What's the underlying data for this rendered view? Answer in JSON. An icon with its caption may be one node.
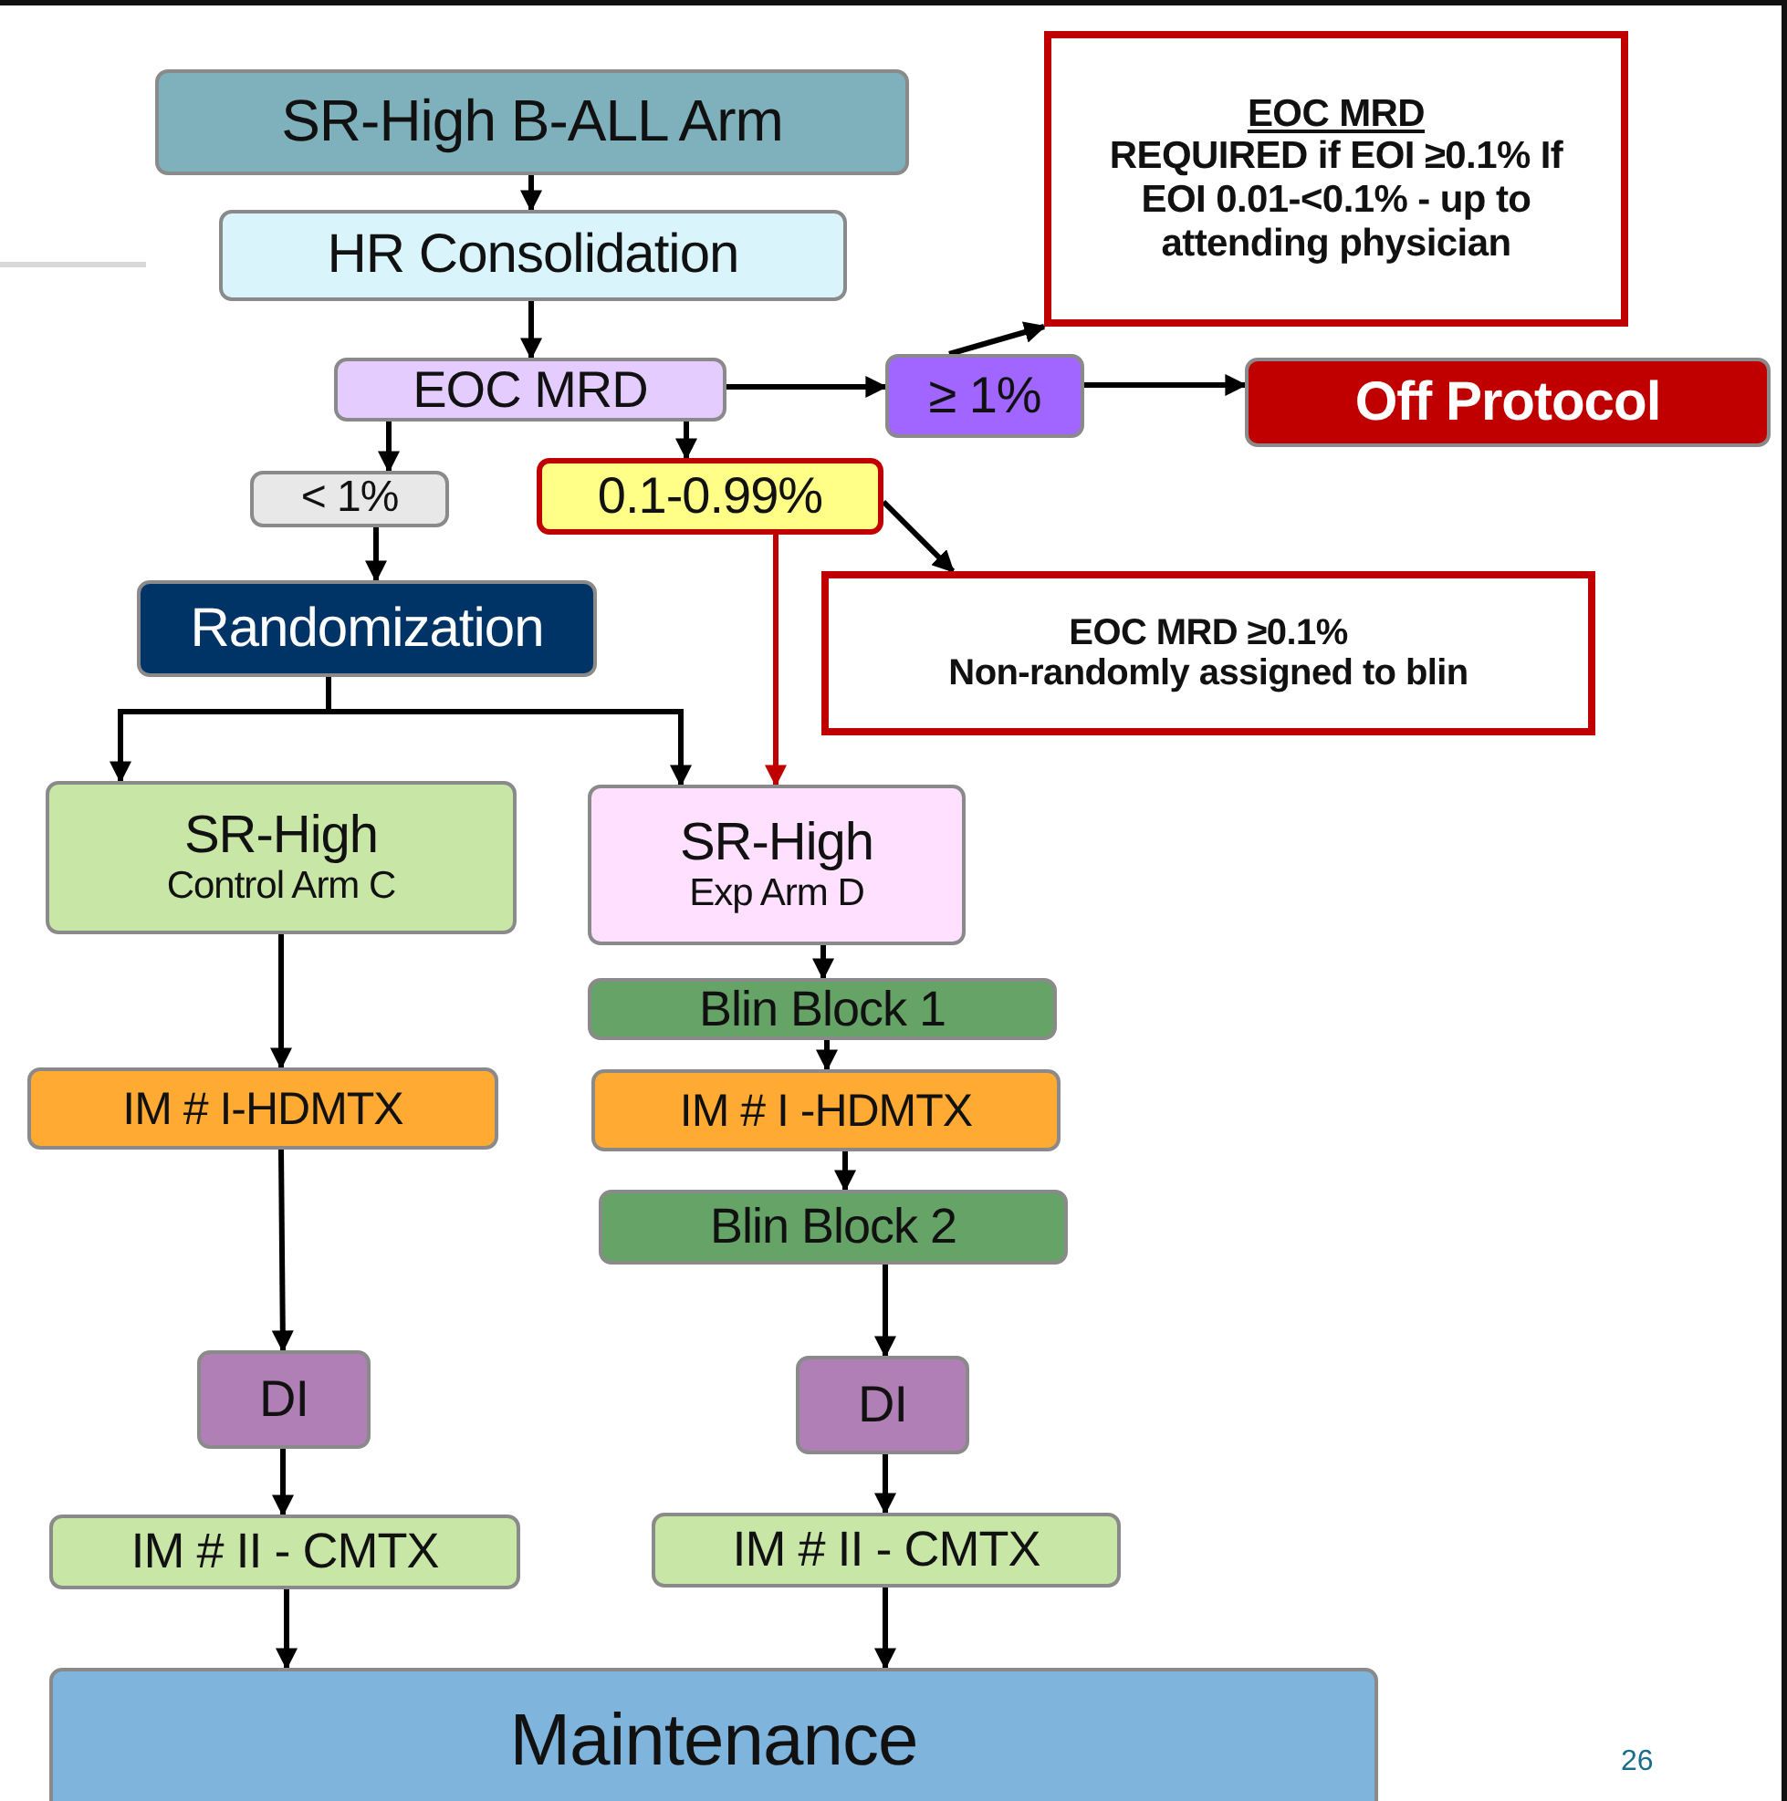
{
  "diagram": {
    "nodes": [
      {
        "text": [
          "SR-High B-ALL Arm"
        ]
      },
      {
        "text": [
          "HR Consolidation"
        ]
      },
      {
        "text": [
          "EOC MRD"
        ]
      },
      {
        "text": [
          "EOC MRD",
          "REQUIRED if EOI ≥0.1% If EOI 0.01-<0.1% - up to attending physician"
        ]
      },
      {
        "text": [
          "≥ 1%"
        ]
      },
      {
        "text": [
          "Off Protocol"
        ]
      },
      {
        "text": [
          "< 1%"
        ]
      },
      {
        "text": [
          "0.1-0.99%"
        ]
      },
      {
        "text": [
          "EOC MRD ≥0.1%",
          "Non-randomly assigned to blin"
        ]
      },
      {
        "text": [
          "Randomization"
        ]
      },
      {
        "text": [
          "SR-High",
          "Control Arm C"
        ]
      },
      {
        "text": [
          "SR-High",
          "Exp Arm D"
        ]
      },
      {
        "text": [
          "Blin Block 1"
        ]
      },
      {
        "text": [
          "IM # I-HDMTX"
        ]
      },
      {
        "text": [
          "IM # I -HDMTX"
        ]
      },
      {
        "text": [
          "Blin Block 2"
        ]
      },
      {
        "text": [
          "DI"
        ]
      },
      {
        "text": [
          "DI"
        ]
      },
      {
        "text": [
          "IM # II - CMTX"
        ]
      },
      {
        "text": [
          "IM # II - CMTX"
        ]
      },
      {
        "text": [
          "Maintenance"
        ]
      }
    ],
    "edges": [
      {
        "from": 0,
        "to": 1,
        "arrow": "to"
      },
      {
        "from": 1,
        "to": 2,
        "arrow": "to"
      },
      {
        "from": 2,
        "to": 4,
        "arrow": "to"
      },
      {
        "from": 4,
        "to": 3,
        "arrow": "to"
      },
      {
        "from": 4,
        "to": 5,
        "arrow": "to"
      },
      {
        "from": 2,
        "to": 6,
        "arrow": "to"
      },
      {
        "from": 2,
        "to": 7,
        "arrow": "to"
      },
      {
        "from": 7,
        "to": 8,
        "arrow": "to"
      },
      {
        "from": 6,
        "to": 9,
        "arrow": "to"
      },
      {
        "from": 9,
        "to": 10,
        "arrow": "to"
      },
      {
        "from": 9,
        "to": 11,
        "arrow": "to"
      },
      {
        "from": 7,
        "to": 11,
        "arrow": "to",
        "color": "#c00000"
      },
      {
        "from": 11,
        "to": 12,
        "arrow": "to"
      },
      {
        "from": 12,
        "to": 14,
        "arrow": "to"
      },
      {
        "from": 14,
        "to": 15,
        "arrow": "to"
      },
      {
        "from": 10,
        "to": 13,
        "arrow": "to"
      },
      {
        "from": 13,
        "to": 16,
        "arrow": "to"
      },
      {
        "from": 15,
        "to": 17,
        "arrow": "to"
      },
      {
        "from": 16,
        "to": 18,
        "arrow": "to"
      },
      {
        "from": 17,
        "to": 19,
        "arrow": "to"
      },
      {
        "from": 18,
        "to": 20,
        "arrow": "to"
      },
      {
        "from": 19,
        "to": 20,
        "arrow": "to"
      }
    ],
    "labels": [
      "26"
    ]
  }
}
